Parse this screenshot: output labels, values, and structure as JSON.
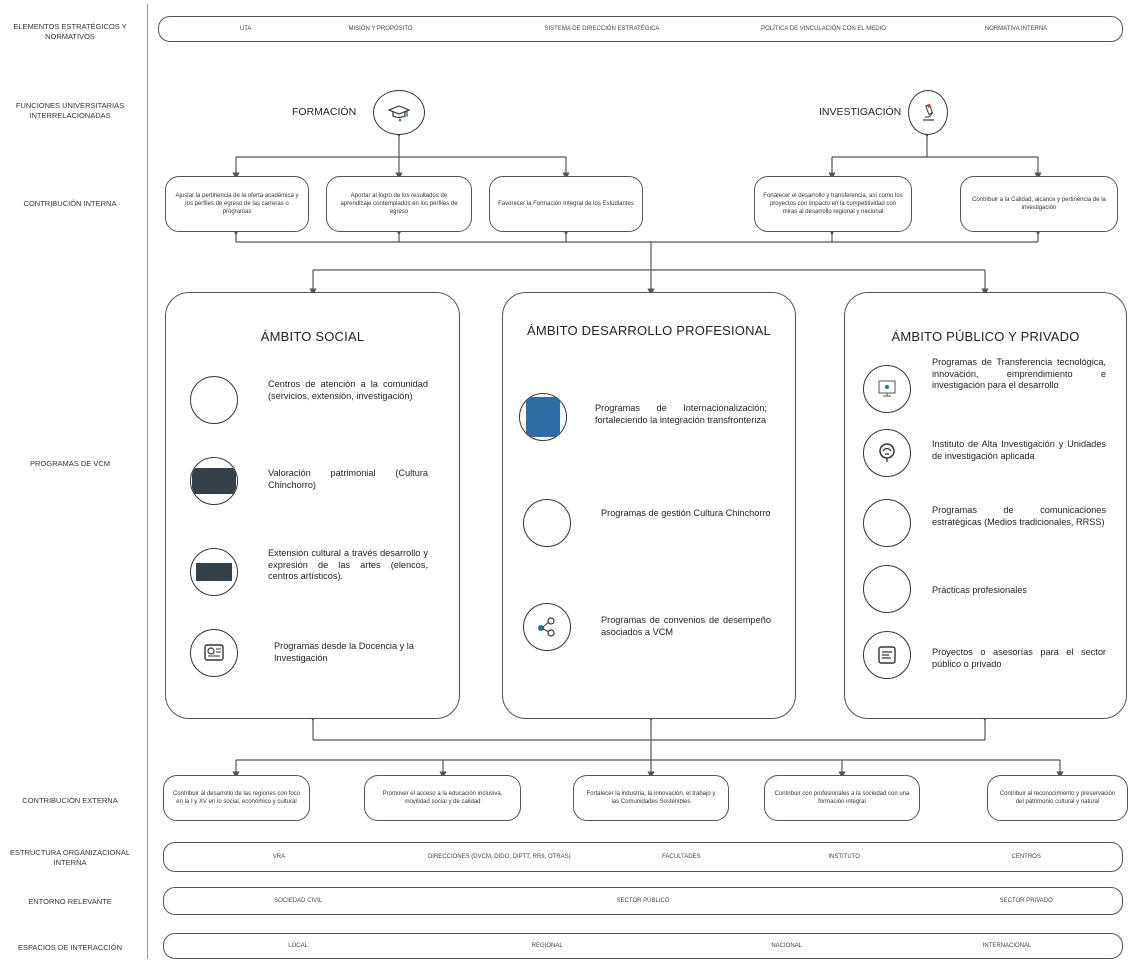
{
  "rows": {
    "elementos": "ELEMENTOS ESTRATÉGICOS Y NORMATIVOS",
    "funciones": "FUNCIONES UNIVERSITARIAS INTERRELACIONADAS",
    "contrib_interna": "CONTRIBUCIÓN INTERNA",
    "programas": "PROGRAMAS DE VCM",
    "contrib_externa": "CONTRIBUCIÓN EXTERNA",
    "estructura": "ESTRUCTURA ORGANIZACIONAL INTERNA",
    "entorno": "ENTORNO RELEVANTE",
    "espacios": "ESPACIOS DE INTERACCIÓN"
  },
  "elementos_bar": [
    "UTA",
    "MISIÓN Y PROPÓSITO",
    "SISTEMA DE DIRECCIÓN ESTRATÉGICA",
    "POLÍTICA DE VINCULACIÓN CON EL MEDIO",
    "NORMATIVA INTERNA"
  ],
  "funciones": {
    "formacion": "FORMACIÓN",
    "formacion_icon": "graduation-cap-icon",
    "investigacion": "INVESTIGACIÓN",
    "investigacion_icon": "microscope-icon"
  },
  "contrib_interna": [
    "Ajustar la pertinencia de la oferta académica y los perfiles de egreso de las carreras o programas",
    "Aportar al logro de los resultados de aprendizaje contemplados en los perfiles de egreso",
    "Favorecer la Formación Integral de los Estudiantes",
    "Fortalecer el desarrollo y transferencia, así como los proyectos con impacto en la competitividad con miras al desarrollo regional y nacional",
    "Contribuir a la Calidad, alcance y pertinencia de la investigación"
  ],
  "ambitos": {
    "social": {
      "title": "ÁMBITO SOCIAL",
      "items": [
        "Centros de atención a la comunidad (servicios, extensión, investigación)",
        "Valoración patrimonial (Cultura Chinchorro)",
        "Extensión cultural a través desarrollo y expresión de las artes (elencos, centros artísticos).",
        "Programas desde la Docencia y la Investigación"
      ]
    },
    "desarrollo": {
      "title": "ÁMBITO DESARROLLO PROFESIONAL",
      "items": [
        "Programas de Internacionalización; fortaleciendo la integración transfronteriza",
        "Programas de gestión Cultura Chinchorro",
        "Programas de convenios de desempeño asociados a VCM"
      ]
    },
    "publico": {
      "title": "ÁMBITO PÚBLICO Y PRIVADO",
      "items": [
        "Programas de Transferencia tecnológica, innovación, emprendimiento e investigación para el desarrollo",
        "Instituto de Alta Investigación y Unidades de investigación aplicada",
        "Programas de comunicaciones estratégicas (Medios tradicionales, RRSS)",
        "Prácticas profesionales",
        "Proyectos o asesorías para el sector público o privado"
      ]
    }
  },
  "contrib_externa": [
    "Contribuir al desarrollo de las regiones con foco en la I y XV en lo social, económico y cultural",
    "Promover el acceso a la educación inclusiva, movilidad social y de calidad",
    "Fortalecer la industria, la innovación, el trabajo y las Comunidades Sostenibles",
    "Contribuir con profesionales a la sociedad con una formación integral",
    "Contribuir al reconocimiento y preservación del patrimonio cultural y natural"
  ],
  "estructura_bar": [
    "VRA",
    "DIRECCIONES (DVcM, DIDO, DIPTT, RRII, Otras)",
    "FACULTADES",
    "INSTITUTO",
    "CENTROS"
  ],
  "entorno_bar": [
    "SOCIEDAD CIVIL",
    "SECTOR PÚBLICO",
    "SECTOR PRIVADO"
  ],
  "espacios_bar": [
    "LOCAL",
    "REGIONAL",
    "NACIONAL",
    "INTERNACIONAL"
  ],
  "colors": {
    "line": "#555555",
    "accent": "#2e6da4"
  }
}
